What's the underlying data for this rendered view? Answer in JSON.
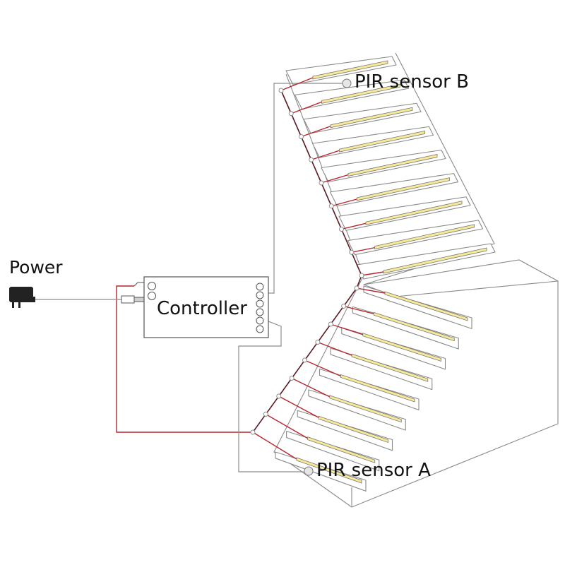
{
  "labels": {
    "power": "Power",
    "controller": "Controller",
    "pir_sensor_a": "PIR sensor A",
    "pir_sensor_b": "PIR sensor B"
  },
  "colors": {
    "led_strip": "#f7e99a",
    "wire_red": "#b8242e",
    "wire_gray": "#8c8c8c",
    "stair_line": "#8a8a8a"
  },
  "icons": {
    "power_adapter": "power-plug-icon"
  },
  "staircase": {
    "upper_flight_steps": 9,
    "lower_flight_steps": 9
  }
}
